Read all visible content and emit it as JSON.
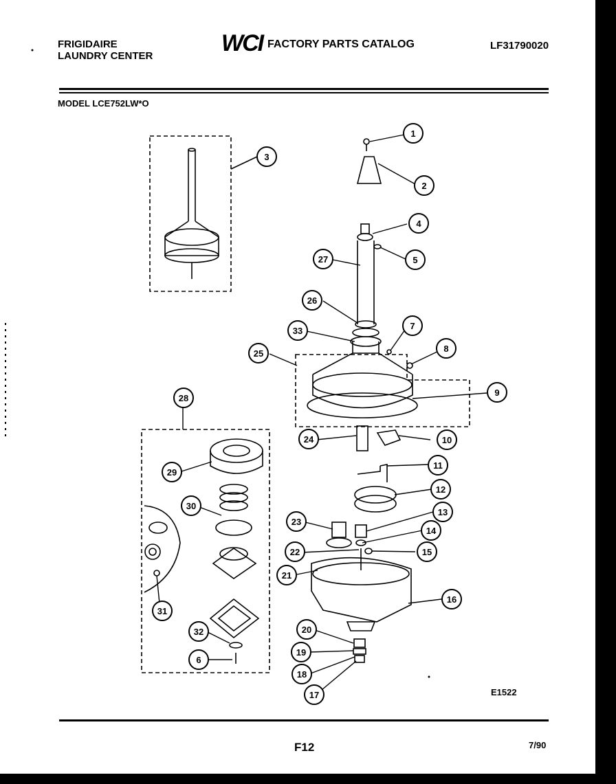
{
  "header": {
    "brand_line1": "FRIGIDAIRE",
    "brand_line2": "LAUNDRY CENTER",
    "logo_text": "WCI",
    "catalog_title": "FACTORY PARTS CATALOG",
    "catalog_number": "LF31790020"
  },
  "model_label": "MODEL LCE752LW*O",
  "diagram_code": "E1522",
  "footer": {
    "page": "F12",
    "date": "7/90"
  },
  "callouts": [
    "1",
    "2",
    "3",
    "4",
    "5",
    "27",
    "26",
    "33",
    "7",
    "8",
    "25",
    "9",
    "28",
    "24",
    "10",
    "11",
    "29",
    "12",
    "30",
    "13",
    "23",
    "14",
    "22",
    "15",
    "21",
    "16",
    "31",
    "20",
    "32",
    "19",
    "6",
    "18",
    "17"
  ]
}
